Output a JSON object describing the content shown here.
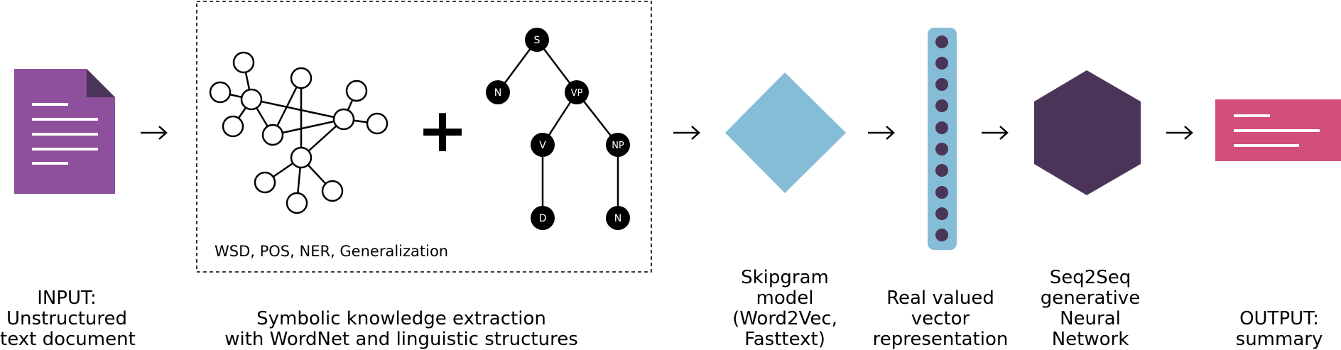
{
  "input_label": [
    "INPUT:",
    "Unstructured",
    "text document"
  ],
  "symbolic_label": [
    "Symbolic knowledge extraction",
    "with WordNet and linguistic structures"
  ],
  "box_inner_label": "WSD, POS, NER, Generalization",
  "plus_symbol": "+",
  "tree_nodes": {
    "root": "S",
    "left": "N",
    "vp": "VP",
    "v": "V",
    "np": "NP",
    "d": "D",
    "np_child": "N"
  },
  "skipgram_label": [
    "Skipgram",
    "model",
    "(Word2Vec,",
    "Fasttext)"
  ],
  "vector_label": [
    "Real valued",
    "vector",
    "representation"
  ],
  "seq2seq_label": [
    "Seq2Seq",
    "generative",
    "Neural",
    "Network"
  ],
  "output_label": [
    "OUTPUT:",
    "summary"
  ],
  "colors": {
    "document": "#8e4f9c",
    "document_corner": "#4a3458",
    "diamond": "#86bdd6",
    "vector_bar": "#86bdd6",
    "vector_dot": "#4a3458",
    "hexagon": "#4a3458",
    "summary": "#d14f79"
  }
}
